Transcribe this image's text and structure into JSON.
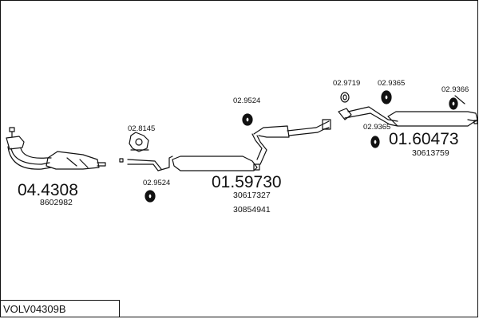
{
  "diagram_code": "VOLV04309B",
  "components": [
    {
      "id": "front-pipe",
      "ref": "04.4308",
      "oem": [
        "8602982"
      ]
    },
    {
      "id": "centre-silencer",
      "ref": "01.59730",
      "oem": [
        "30617327",
        "30854941"
      ]
    },
    {
      "id": "rear-silencer",
      "ref": "01.60473",
      "oem": [
        "30613759"
      ]
    }
  ],
  "fittings": {
    "clamp_mid": "02.8145",
    "hanger_left": "02.9524",
    "hanger_center": "02.9524",
    "ring_top": "02.9719",
    "ring_top_right": "02.9365",
    "hanger_rear": "02.9366",
    "ring_under": "02.9365"
  },
  "colors": {
    "line": "#111111",
    "background": "#ffffff"
  }
}
